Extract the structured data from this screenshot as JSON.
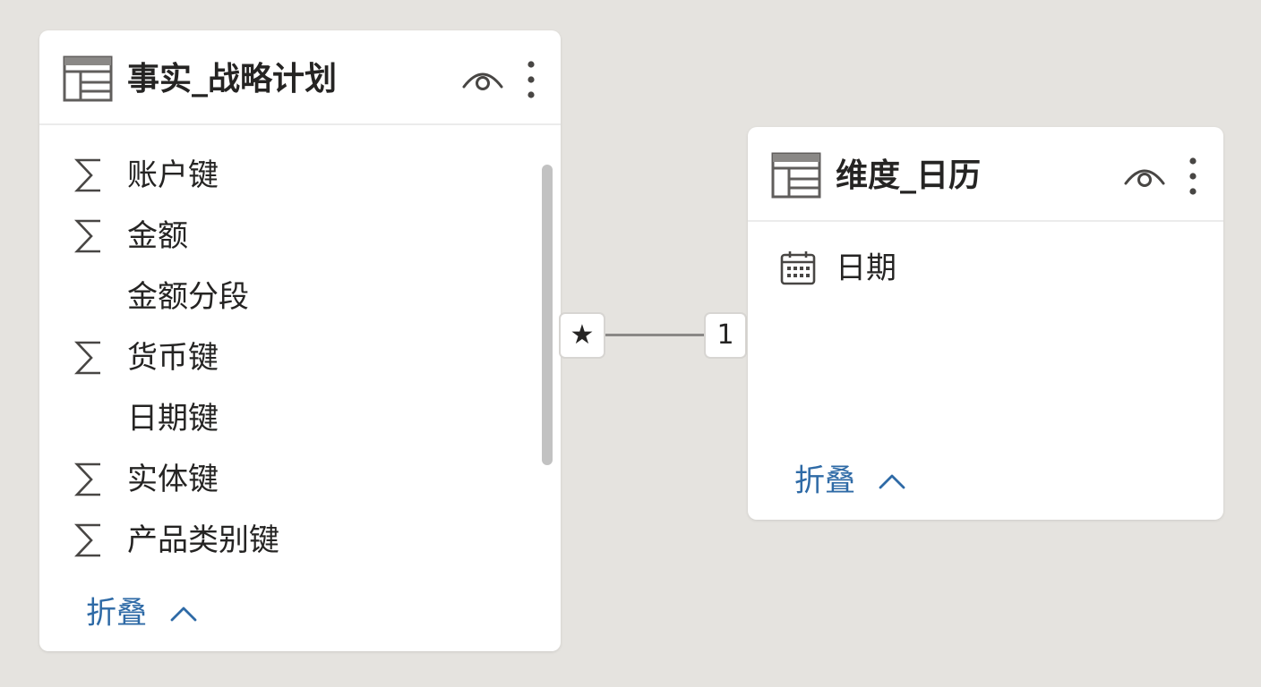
{
  "fact_table": {
    "title": "事实_战略计划",
    "icon": "table-icon",
    "fields": [
      {
        "label": "账户键",
        "icon": "sigma-icon"
      },
      {
        "label": "金额",
        "icon": "sigma-icon"
      },
      {
        "label": "金额分段",
        "icon": ""
      },
      {
        "label": "货币键",
        "icon": "sigma-icon"
      },
      {
        "label": "日期键",
        "icon": ""
      },
      {
        "label": "实体键",
        "icon": "sigma-icon"
      },
      {
        "label": "产品类别键",
        "icon": "sigma-icon"
      }
    ],
    "collapse_label": "折叠"
  },
  "dim_table": {
    "title": "维度_日历",
    "icon": "table-icon",
    "fields": [
      {
        "label": "日期",
        "icon": "calendar-icon"
      }
    ],
    "collapse_label": "折叠"
  },
  "relationship": {
    "from_cardinality": "★",
    "to_cardinality": "1"
  },
  "colors": {
    "canvas": "#e5e3df",
    "card": "#ffffff",
    "link": "#2e6aa6",
    "text": "#252423"
  }
}
